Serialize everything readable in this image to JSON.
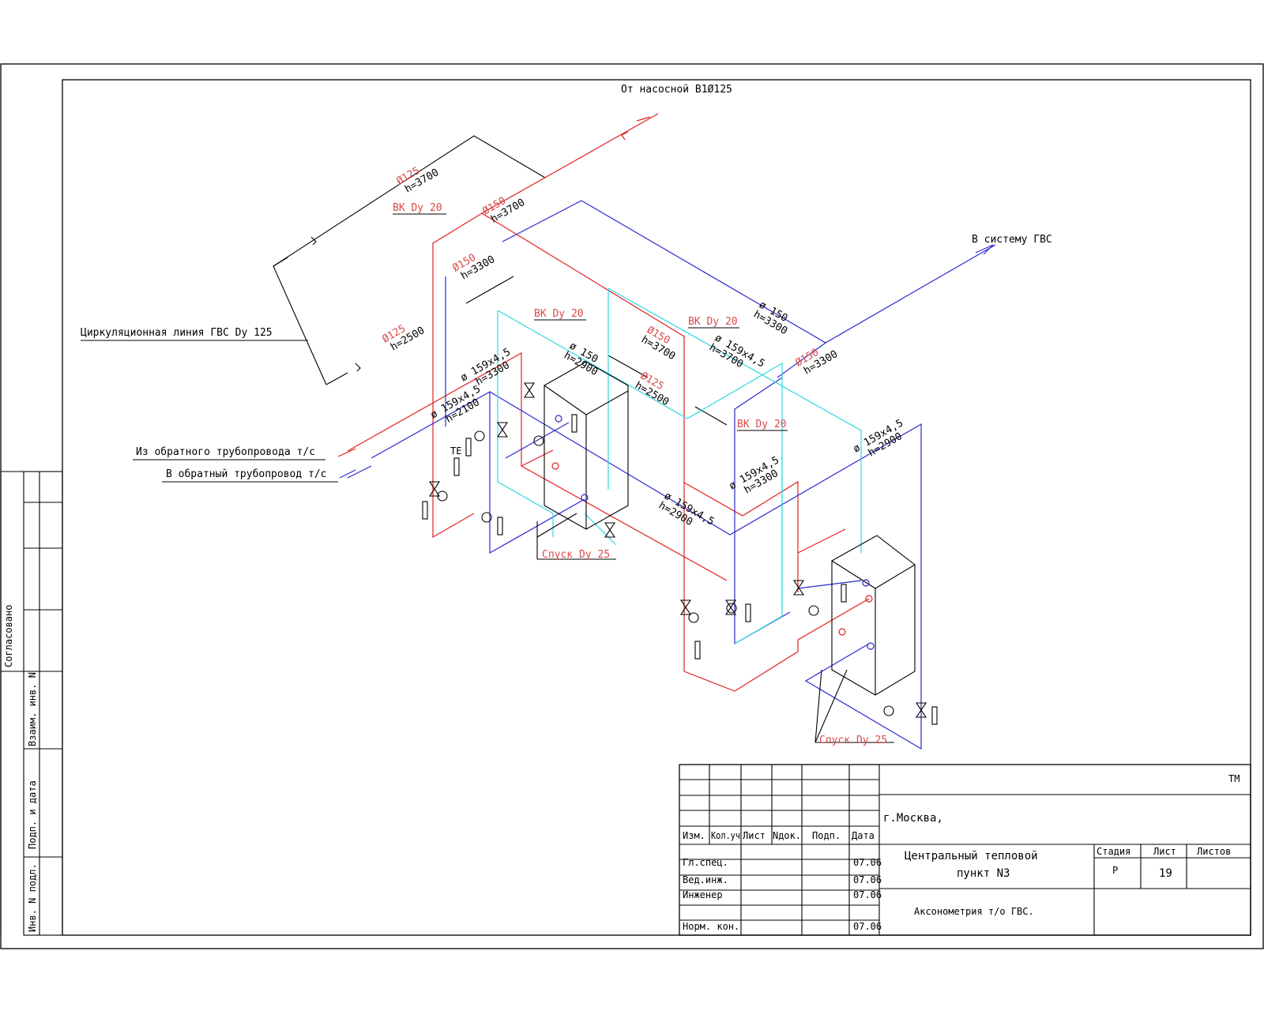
{
  "labels": {
    "from_pump": "От насосной B1Ø125",
    "to_hws": "В систему ГВС",
    "circulation": "Циркуляционная линия ГВС Dy 125",
    "from_return": "Из обратного трубопровода т/с",
    "to_return": "В обратный трубопровод т/с",
    "bk1": "BK Dy 20",
    "bk2": "BK Dy 20",
    "bk3": "BK Dy 20",
    "bk4": "BK Dy 20",
    "drain1": "Спуск Dy 25",
    "drain2": "Спуск Dy 25",
    "te": "TE"
  },
  "dims": [
    {
      "d": "Ø125",
      "h": "h=3700"
    },
    {
      "d": "Ø150",
      "h": "h=3700"
    },
    {
      "d": "Ø150",
      "h": "h=3300"
    },
    {
      "d": "Ø125",
      "h": "h=2500"
    },
    {
      "d": "ø 150",
      "h": "h=3300"
    },
    {
      "d": "ø 150",
      "h": "h=2900"
    },
    {
      "d": "Ø150",
      "h": "h=3700"
    },
    {
      "d": "ø 159x4,5",
      "h": "h=3700"
    },
    {
      "d": "Ø125",
      "h": "h=2500"
    },
    {
      "d": "Ø150",
      "h": "h=3300"
    },
    {
      "d": "ø 159x4,5",
      "h": "h=3300"
    },
    {
      "d": "ø 159x4,5",
      "h": "h=2100"
    },
    {
      "d": "ø 159x4,5",
      "h": "h=3300"
    },
    {
      "d": "ø 159x4,5",
      "h": "h=2900"
    },
    {
      "d": "ø 159x4,5",
      "h": "h=2900"
    }
  ],
  "side_stamps": [
    "Согласовано",
    "Взаим. инв. N",
    "Подп. и дата",
    "Инв. N подл."
  ],
  "title_block": {
    "header": [
      "Изм.",
      "Кол.уч",
      "Лист",
      "Nдок.",
      "Подп.",
      "Дата"
    ],
    "rows": [
      {
        "role": "Гл.спец.",
        "date": "07.06"
      },
      {
        "role": "Вед.инж.",
        "date": "07.06"
      },
      {
        "role": "Инженер",
        "date": "07.06"
      },
      {
        "role": "",
        "date": ""
      },
      {
        "role": "Норм. кон.",
        "date": "07.06"
      }
    ],
    "code": "ТМ",
    "city": "г.Москва,",
    "object_line1": "Центральный тепловой",
    "object_line2": "пункт N3",
    "sheet_title": "Аксонометрия т/о ГВС.",
    "stage_label": "Стадия",
    "sheet_label": "Лист",
    "sheets_label": "Листов",
    "stage": "Р",
    "sheet": "19",
    "sheets": ""
  },
  "colors": {
    "supply": "#e02020",
    "return": "#2a2ad0",
    "circulation_cyan": "#30d8e0",
    "label_red": "#d94a4a"
  }
}
